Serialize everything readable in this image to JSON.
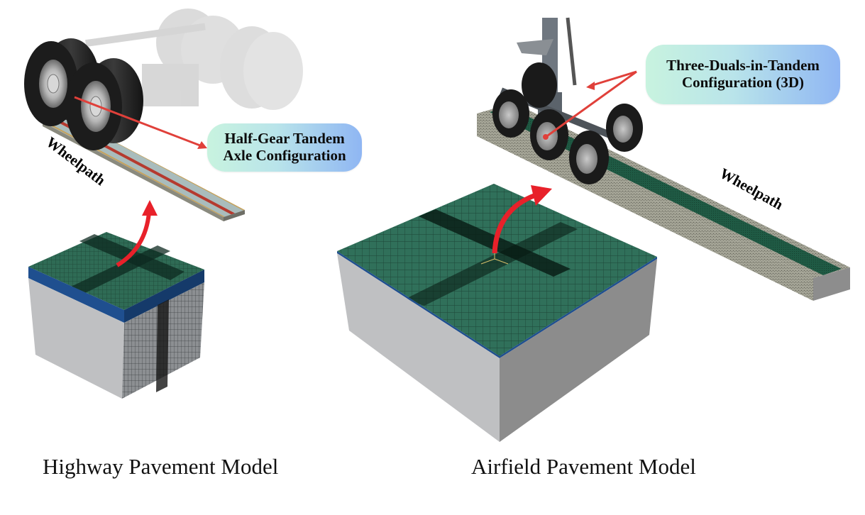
{
  "figure": {
    "panels": [
      {
        "id": "highway",
        "caption": "Highway Pavement Model",
        "callout": {
          "line1": "Half-Gear Tandem",
          "line2": "Axle Configuration"
        },
        "wheelpath_label": "Wheelpath",
        "gear": "dual-tire tandem truck axle",
        "mesh_colors": {
          "top": "#2f6b55",
          "asphalt_layer": "#1f4f8f",
          "base": "#bfc0c2",
          "slab_stripe": "#b4372e",
          "slab_fill": "#9fb3b3"
        }
      },
      {
        "id": "airfield",
        "caption": "Airfield Pavement Model",
        "callout": {
          "line1": "Three-Duals-in-Tandem",
          "line2": "Configuration (3D)"
        },
        "wheelpath_label": "Wheelpath",
        "gear": "six-wheel aircraft landing gear",
        "mesh_colors": {
          "top": "#2f6b55",
          "asphalt_layer": "#1f4f8f",
          "base": "#bfc0c2",
          "slab_fill": "#1f5a44",
          "slab_border": "#8a8a80"
        }
      }
    ],
    "accent_colors": {
      "arrow_red": "#e8212a",
      "leader_red": "#e0403a"
    }
  }
}
